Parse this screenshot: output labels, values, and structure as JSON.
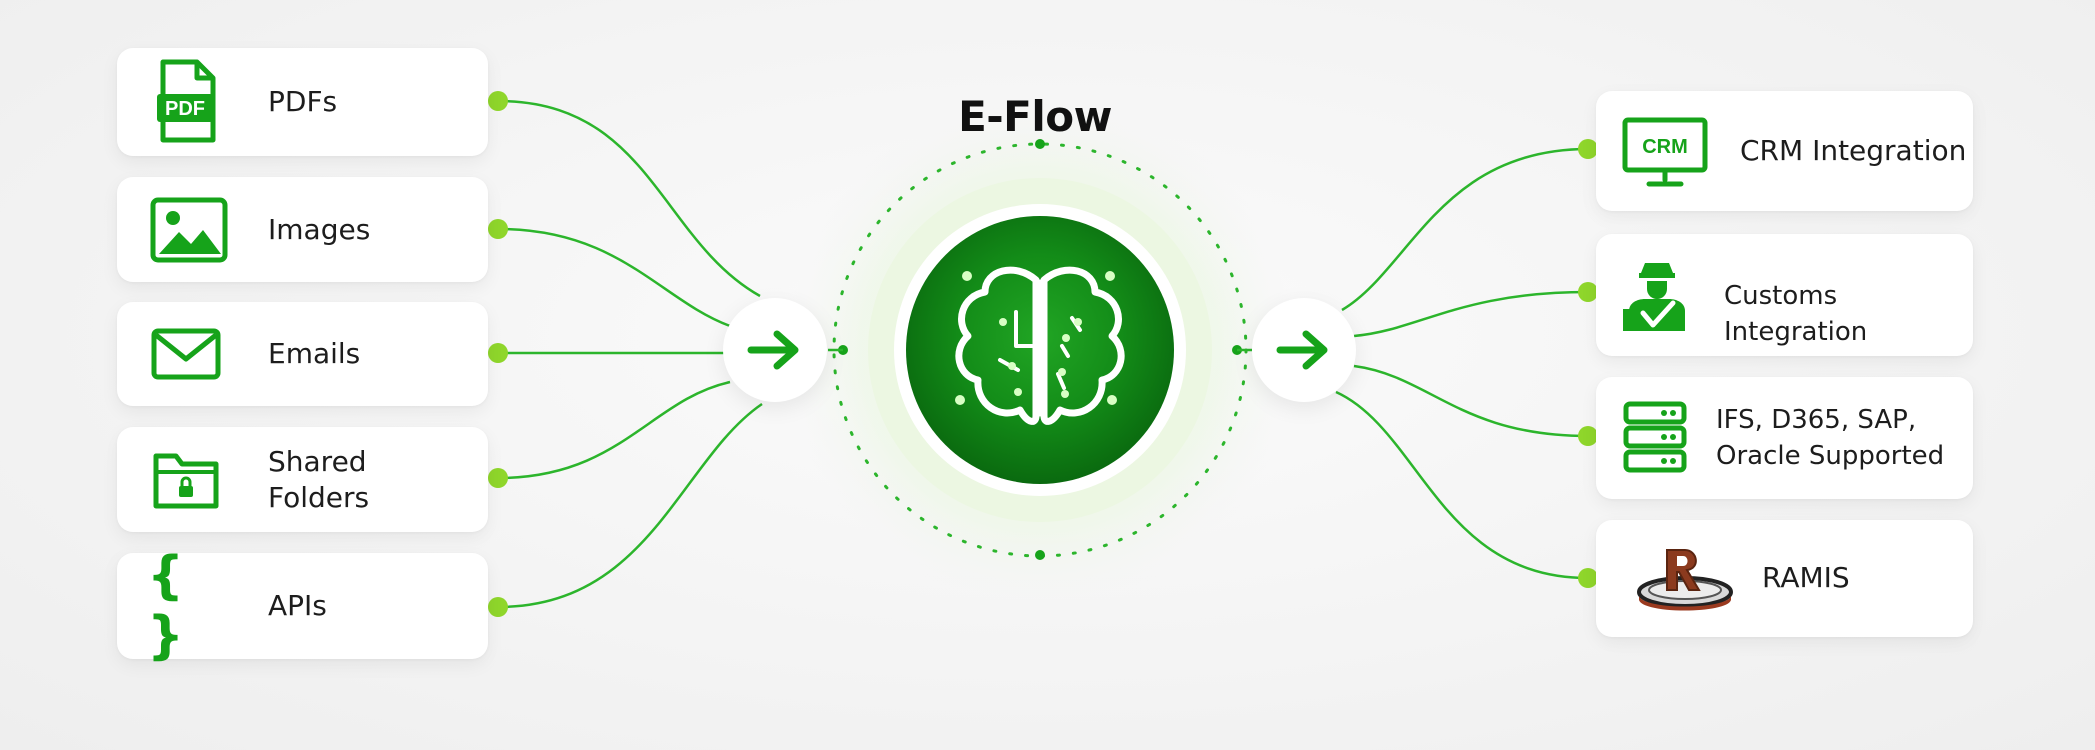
{
  "title": "E-Flow",
  "colors": {
    "accent": "#16a31a",
    "dot": "#8fd62b",
    "line": "#2cb52c"
  },
  "inputs": [
    {
      "label": "PDFs",
      "icon": "pdf-file-icon",
      "icon_text": "PDF"
    },
    {
      "label": "Images",
      "icon": "image-icon"
    },
    {
      "label": "Emails",
      "icon": "envelope-icon"
    },
    {
      "label": "Shared\nFolders",
      "icon": "locked-folder-icon"
    },
    {
      "label": "APIs",
      "icon": "curly-braces-icon",
      "icon_text": "{ }"
    }
  ],
  "outputs": [
    {
      "label": "CRM Integration",
      "icon": "crm-monitor-icon",
      "icon_text": "CRM"
    },
    {
      "label": "Customs Integration",
      "icon": "customs-officer-icon"
    },
    {
      "label": "IFS, D365, SAP,\nOracle Supported",
      "icon": "server-stack-icon"
    },
    {
      "label": "RAMIS",
      "icon": "ramis-logo"
    }
  ],
  "hub": {
    "icon": "ai-brain-icon",
    "input_arrow": "right-arrow-icon",
    "output_arrow": "right-arrow-icon"
  }
}
